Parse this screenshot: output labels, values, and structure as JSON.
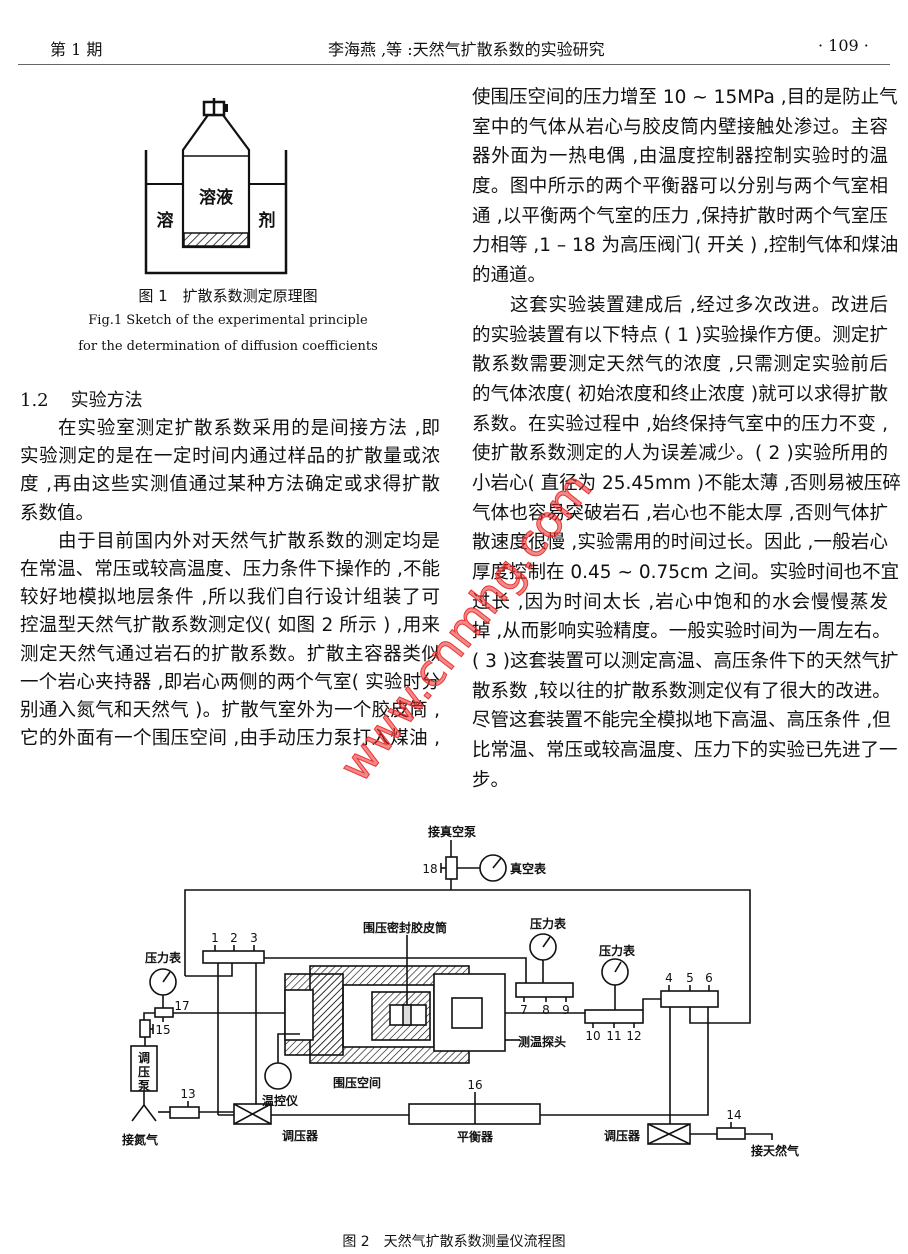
{
  "header": {
    "issue": "第 1 期",
    "running_title": "李海燕 ,等 :天然气扩散系数的实验研究",
    "page_number": "· 109 ·"
  },
  "fig1": {
    "label_solution": "溶液",
    "label_solvent_left": "溶",
    "label_solvent_right": "剂",
    "caption_cn": "图 1　扩散系数测定原理图",
    "caption_en_1": "Fig.1 Sketch of the experimental principle",
    "caption_en_2": "for the determination of diffusion coefficients"
  },
  "section": {
    "number": "1.2",
    "title": "实验方法"
  },
  "left_lines": [
    "在实验室测定扩散系数采用的是间接方法 ,即",
    "实验测定的是在一定时间内通过样品的扩散量或浓",
    "度 ,再由这些实测值通过某种方法确定或求得扩散",
    "系数值。",
    "由于目前国内外对天然气扩散系数的测定均是",
    "在常温、常压或较高温度、压力条件下操作的 ,不能",
    "较好地模拟地层条件 ,所以我们自行设计组装了可",
    "控温型天然气扩散系数测定仪( 如图 2 所示 ) ,用来",
    "测定天然气通过岩石的扩散系数。扩散主容器类似",
    "一个岩心夹持器 ,即岩心两侧的两个气室( 实验时分",
    "别通入氮气和天然气 )。扩散气室外为一个胶皮筒 ,",
    "它的外面有一个围压空间 ,由手动压力泵打入煤油 ,"
  ],
  "right_lines": [
    "使围压空间的压力增至 10 ~ 15MPa ,目的是防止气",
    "室中的气体从岩心与胶皮筒内壁接触处渗过。主容",
    "器外面为一热电偶 ,由温度控制器控制实验时的温",
    "度。图中所示的两个平衡器可以分别与两个气室相",
    "通 ,以平衡两个气室的压力 ,保持扩散时两个气室压",
    "力相等 ,1 – 18 为高压阀门( 开关 ) ,控制气体和煤油",
    "的通道。",
    "这套实验装置建成后 ,经过多次改进。改进后",
    "的实验装置有以下特点 ( 1 )实验操作方便。测定扩",
    "散系数需要测定天然气的浓度 ,只需测定实验前后",
    "的气体浓度( 初始浓度和终止浓度 )就可以求得扩散",
    "系数。在实验过程中 ,始终保持气室中的压力不变 ,",
    "使扩散系数测定的人为误差减少。( 2 )实验所用的",
    "小岩心( 直径为 25.45mm )不能太薄 ,否则易被压碎 ,",
    "气体也容易突破岩石 ,岩心也不能太厚 ,否则气体扩",
    "散速度很慢 ,实验需用的时间过长。因此 ,一般岩心",
    "厚度控制在 0.45 ~ 0.75cm 之间。实验时间也不宜",
    "过长 ,因为时间太长 ,岩心中饱和的水会慢慢蒸发",
    "掉 ,从而影响实验精度。一般实验时间为一周左右。",
    "( 3 )这套装置可以测定高温、高压条件下的天然气扩",
    "散系数 ,较以往的扩散系数测定仪有了很大的改进。",
    "尽管这套装置不能完全模拟地下高温、高压条件 ,但",
    "比常温、常压或较高温度、压力下的实验已先进了一",
    "步。"
  ],
  "fig2": {
    "vacuum_pump": "接真空泵",
    "vacuum_gauge": "真空表",
    "pressure_gauge": "压力表",
    "rubber_sleeve": "围压密封胶皮筒",
    "temp_probe": "测温探头",
    "confining_space": "围压空间",
    "temp_controller": "温控仪",
    "pump": [
      "调",
      "压",
      "泵"
    ],
    "nitrogen": "接氮气",
    "regulator": "调压器",
    "balancer": "平衡器",
    "natural_gas": "接天然气",
    "valves": [
      "1",
      "2",
      "3",
      "4",
      "5",
      "6",
      "7",
      "8",
      "9",
      "10",
      "11",
      "12",
      "13",
      "14",
      "15",
      "16",
      "17",
      "18"
    ],
    "caption": "图 2　天然气扩散系数测量仪流程图"
  },
  "watermark": "www.cnmhg.com"
}
